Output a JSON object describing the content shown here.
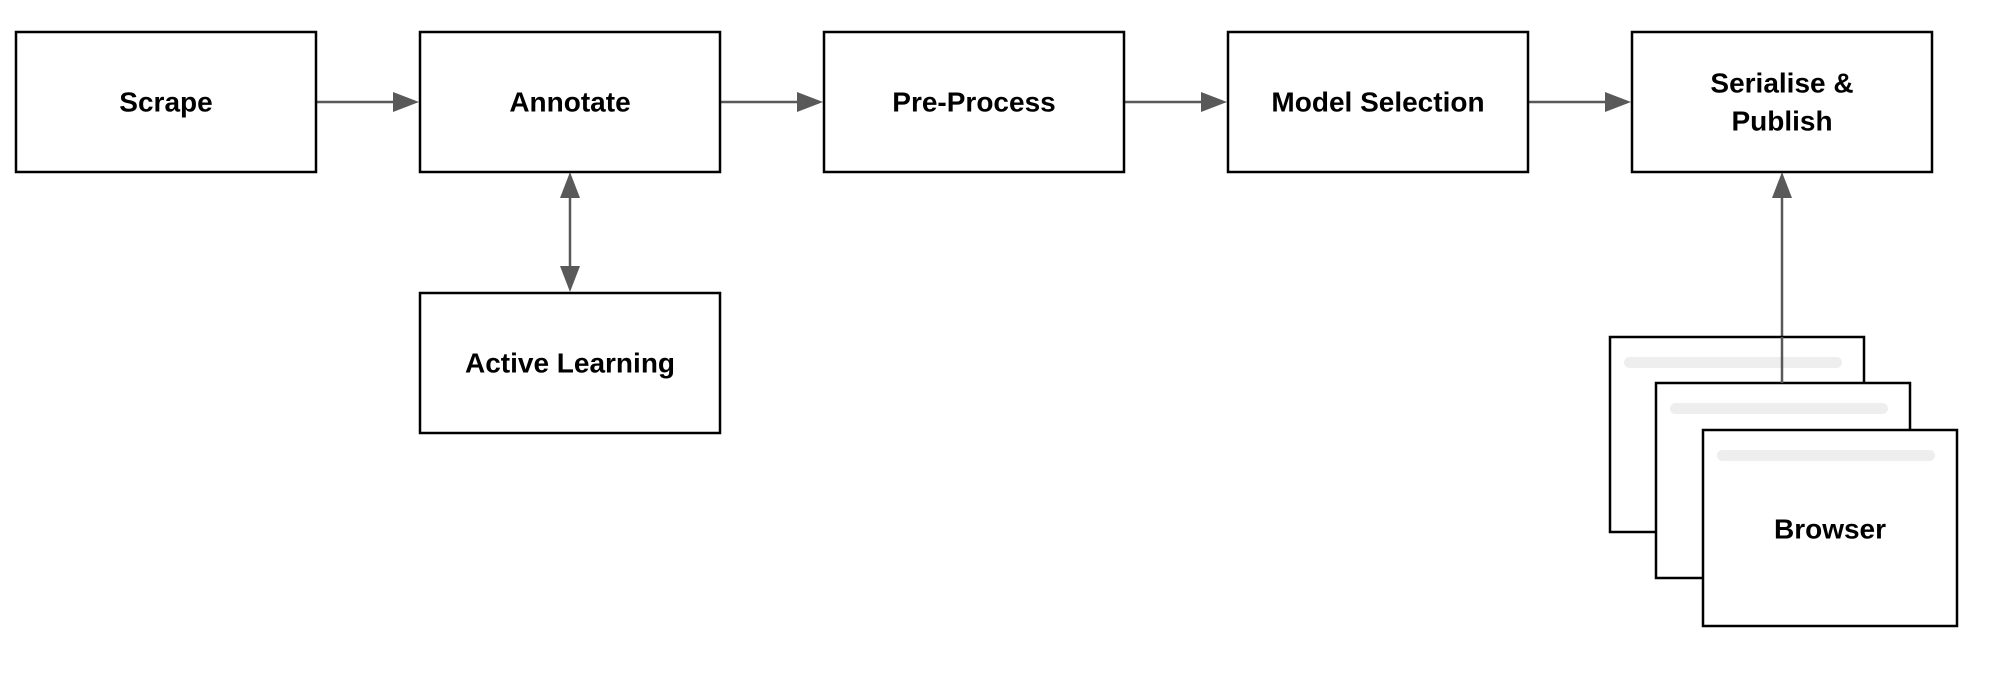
{
  "diagram": {
    "nodes": {
      "scrape": {
        "label": "Scrape"
      },
      "annotate": {
        "label": "Annotate"
      },
      "preprocess": {
        "label": "Pre-Process"
      },
      "model_selection": {
        "label": "Model Selection"
      },
      "serialise_publish": {
        "label_line1": "Serialise &",
        "label_line2": "Publish"
      },
      "active_learning": {
        "label": "Active Learning"
      },
      "browser": {
        "label": "Browser",
        "stack_count": 3
      }
    },
    "edges": [
      {
        "from": "Scrape",
        "to": "Annotate",
        "direction": "one-way"
      },
      {
        "from": "Annotate",
        "to": "Pre-Process",
        "direction": "one-way"
      },
      {
        "from": "Pre-Process",
        "to": "Model Selection",
        "direction": "one-way"
      },
      {
        "from": "Model Selection",
        "to": "Serialise & Publish",
        "direction": "one-way"
      },
      {
        "from": "Annotate",
        "to": "Active Learning",
        "direction": "two-way"
      },
      {
        "from": "Browser",
        "to": "Serialise & Publish",
        "direction": "one-way"
      }
    ],
    "colors": {
      "box_stroke": "#000000",
      "box_fill": "#ffffff",
      "arrow": "#595959",
      "placeholder_bar": "#eeeeee",
      "text": "#000000"
    }
  }
}
